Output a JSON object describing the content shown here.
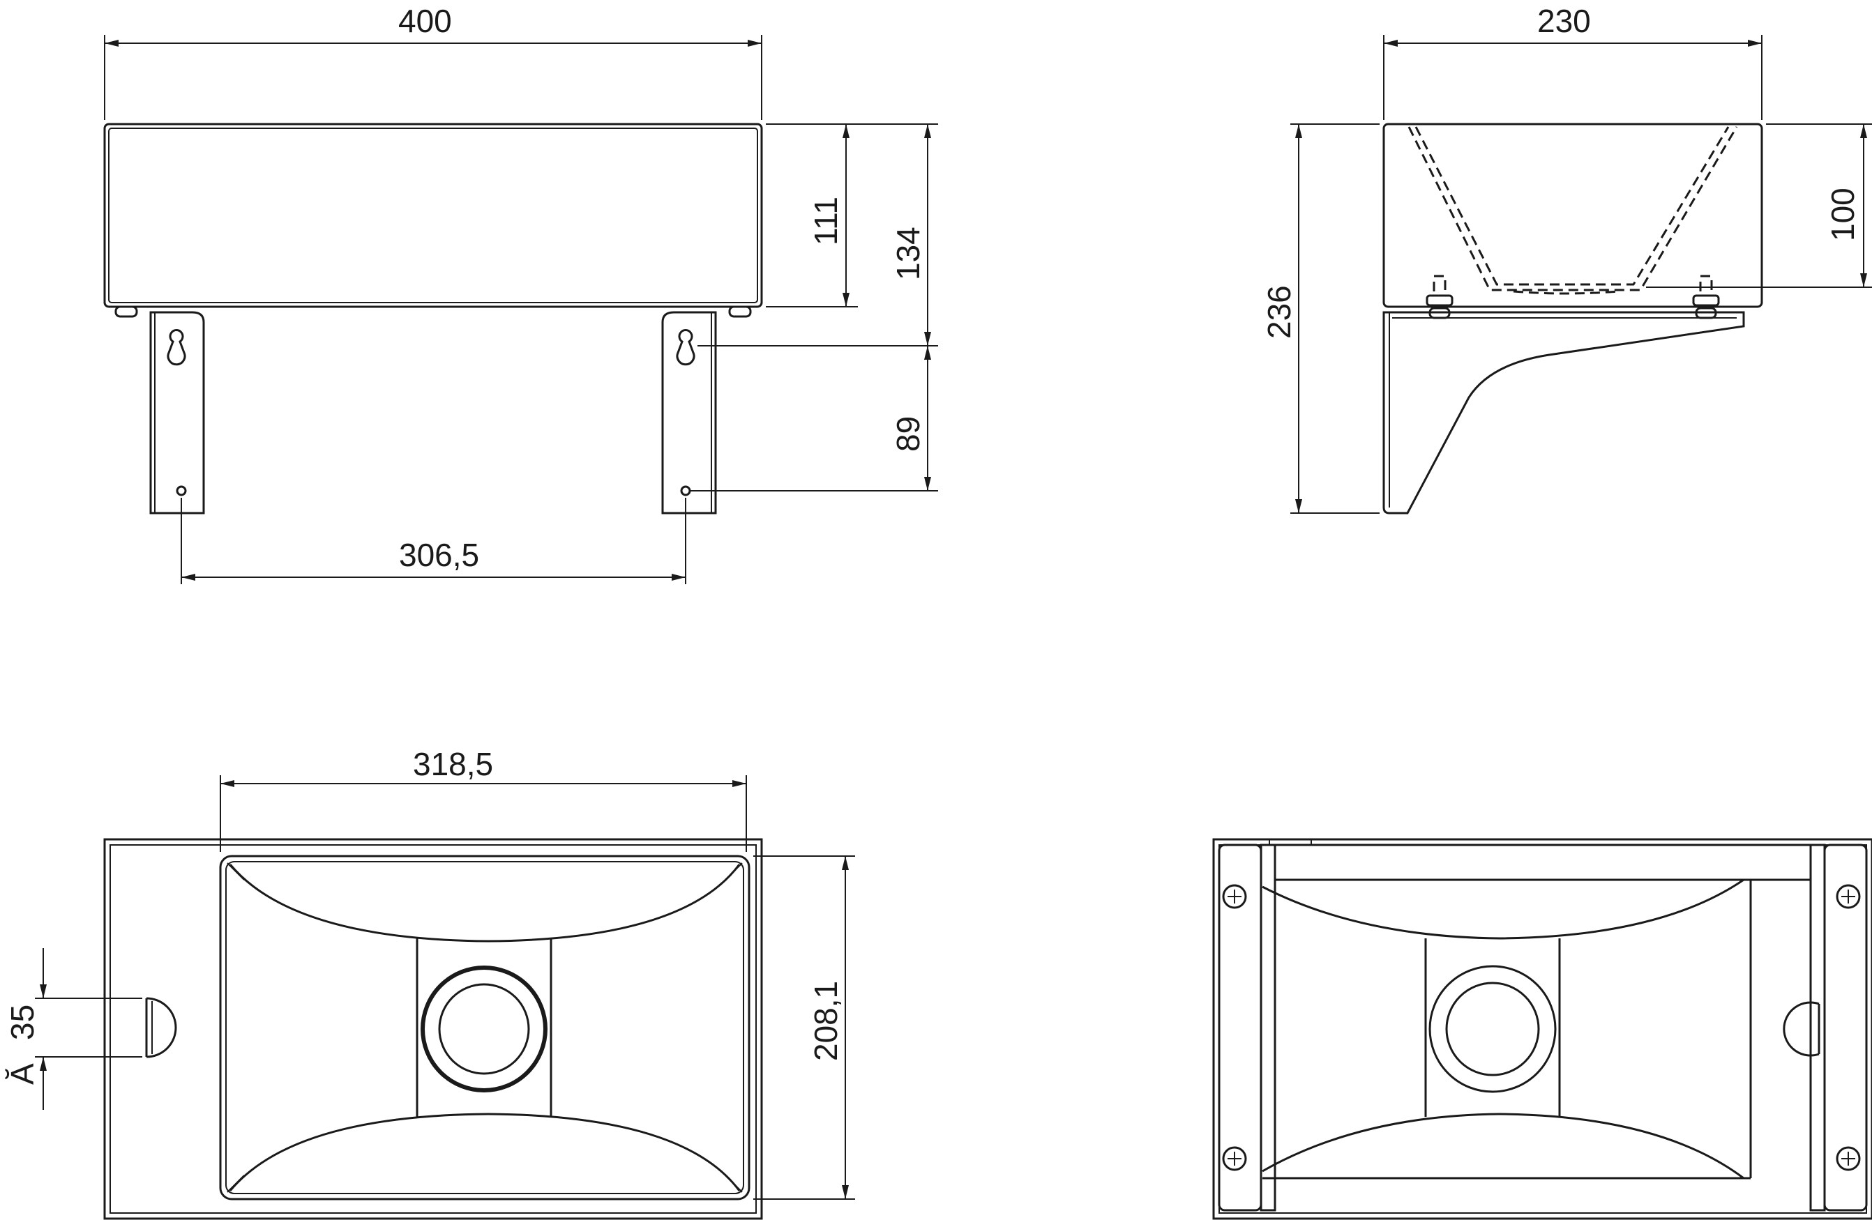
{
  "drawing": {
    "front_view": {
      "width": "400",
      "height_basin": "111",
      "height_to_hole": "134",
      "hole_spacing_vertical": "89",
      "hole_spacing_horizontal": "306,5"
    },
    "side_view": {
      "depth": "230",
      "total_height": "236",
      "basin_height": "100"
    },
    "top_view": {
      "basin_width": "318,5",
      "basin_depth": "208,1",
      "tap_hole": "35",
      "tap_hole_symbol": "Ă"
    }
  }
}
